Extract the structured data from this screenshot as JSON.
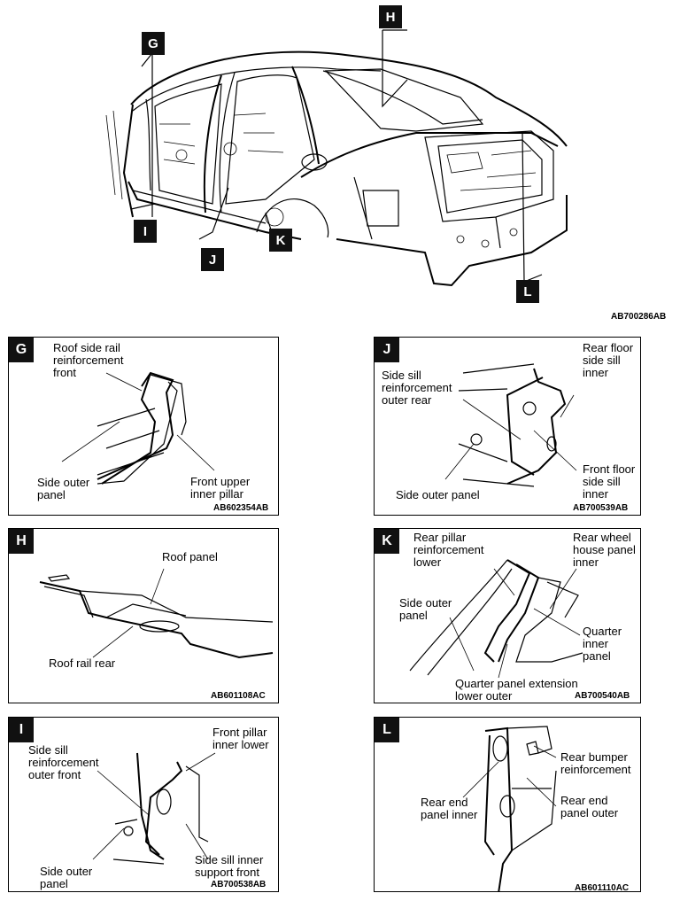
{
  "main_figure": {
    "code": "AB700286AB",
    "callouts": [
      "G",
      "H",
      "I",
      "J",
      "K",
      "L"
    ]
  },
  "panels": {
    "G": {
      "letter": "G",
      "code": "AB602354AB",
      "labels": [
        "Roof side rail\nreinforcement\nfront",
        "Side outer\npanel",
        "Front upper\ninner pillar"
      ]
    },
    "H": {
      "letter": "H",
      "code": "AB601108AC",
      "labels": [
        "Roof panel",
        "Roof rail rear"
      ]
    },
    "I": {
      "letter": "I",
      "code": "AB700538AB",
      "labels": [
        "Side sill\nreinforcement\nouter front",
        "Front pillar\ninner lower",
        "Side outer\npanel",
        "Side sill inner\nsupport front"
      ]
    },
    "J": {
      "letter": "J",
      "code": "AB700539AB",
      "labels": [
        "Side sill\nreinforcement\nouter rear",
        "Rear floor\nside sill\ninner",
        "Front floor\nside sill\ninner",
        "Side outer panel"
      ]
    },
    "K": {
      "letter": "K",
      "code": "AB700540AB",
      "labels": [
        "Rear pillar\nreinforcement\nlower",
        "Rear wheel\nhouse panel\ninner",
        "Side outer\npanel",
        "Quarter\ninner\npanel",
        "Quarter panel extension\nlower outer"
      ]
    },
    "L": {
      "letter": "L",
      "code": "AB601110AC",
      "labels": [
        "Rear bumper\nreinforcement",
        "Rear end\npanel inner",
        "Rear end\npanel outer"
      ]
    }
  }
}
